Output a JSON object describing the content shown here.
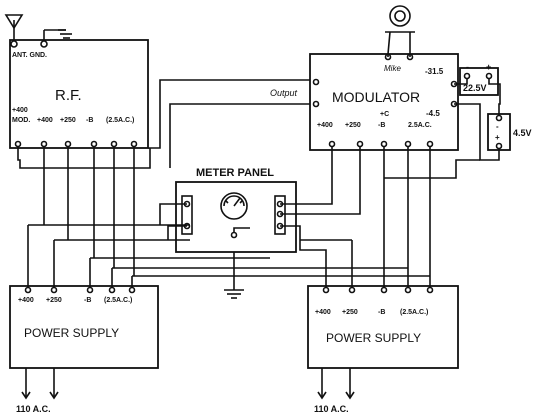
{
  "rf": {
    "title": "R.F.",
    "ant_gnd": "ANT. GND.",
    "terminal_a": "+400",
    "terminal_b": "MOD.",
    "terminals": [
      "+400",
      "+250",
      "-B",
      "(2.5A.C.)"
    ]
  },
  "modulator": {
    "title": "MODULATOR",
    "output": "Output",
    "mike": "Mike",
    "bias_top": "-31.5",
    "bias_bottom": "-4.5",
    "c_label": "+C",
    "terminals": [
      "+400",
      "+250",
      "-B",
      "2.5A.C."
    ]
  },
  "battery_top": {
    "value": "22.5V",
    "minus": "-",
    "plus": "+"
  },
  "battery_side": {
    "value": "4.5V",
    "minus": "-",
    "plus": "+"
  },
  "meter_panel": {
    "title": "METER PANEL"
  },
  "power_supply_left": {
    "title": "POWER SUPPLY",
    "terminals": [
      "+400",
      "+250",
      "-B",
      "(2.5A.C.)"
    ],
    "ac": "110 A.C."
  },
  "power_supply_right": {
    "title": "POWER SUPPLY",
    "terminals": [
      "+400",
      "+250",
      "-B",
      "(2.5A.C.)"
    ],
    "ac": "110 A.C."
  }
}
